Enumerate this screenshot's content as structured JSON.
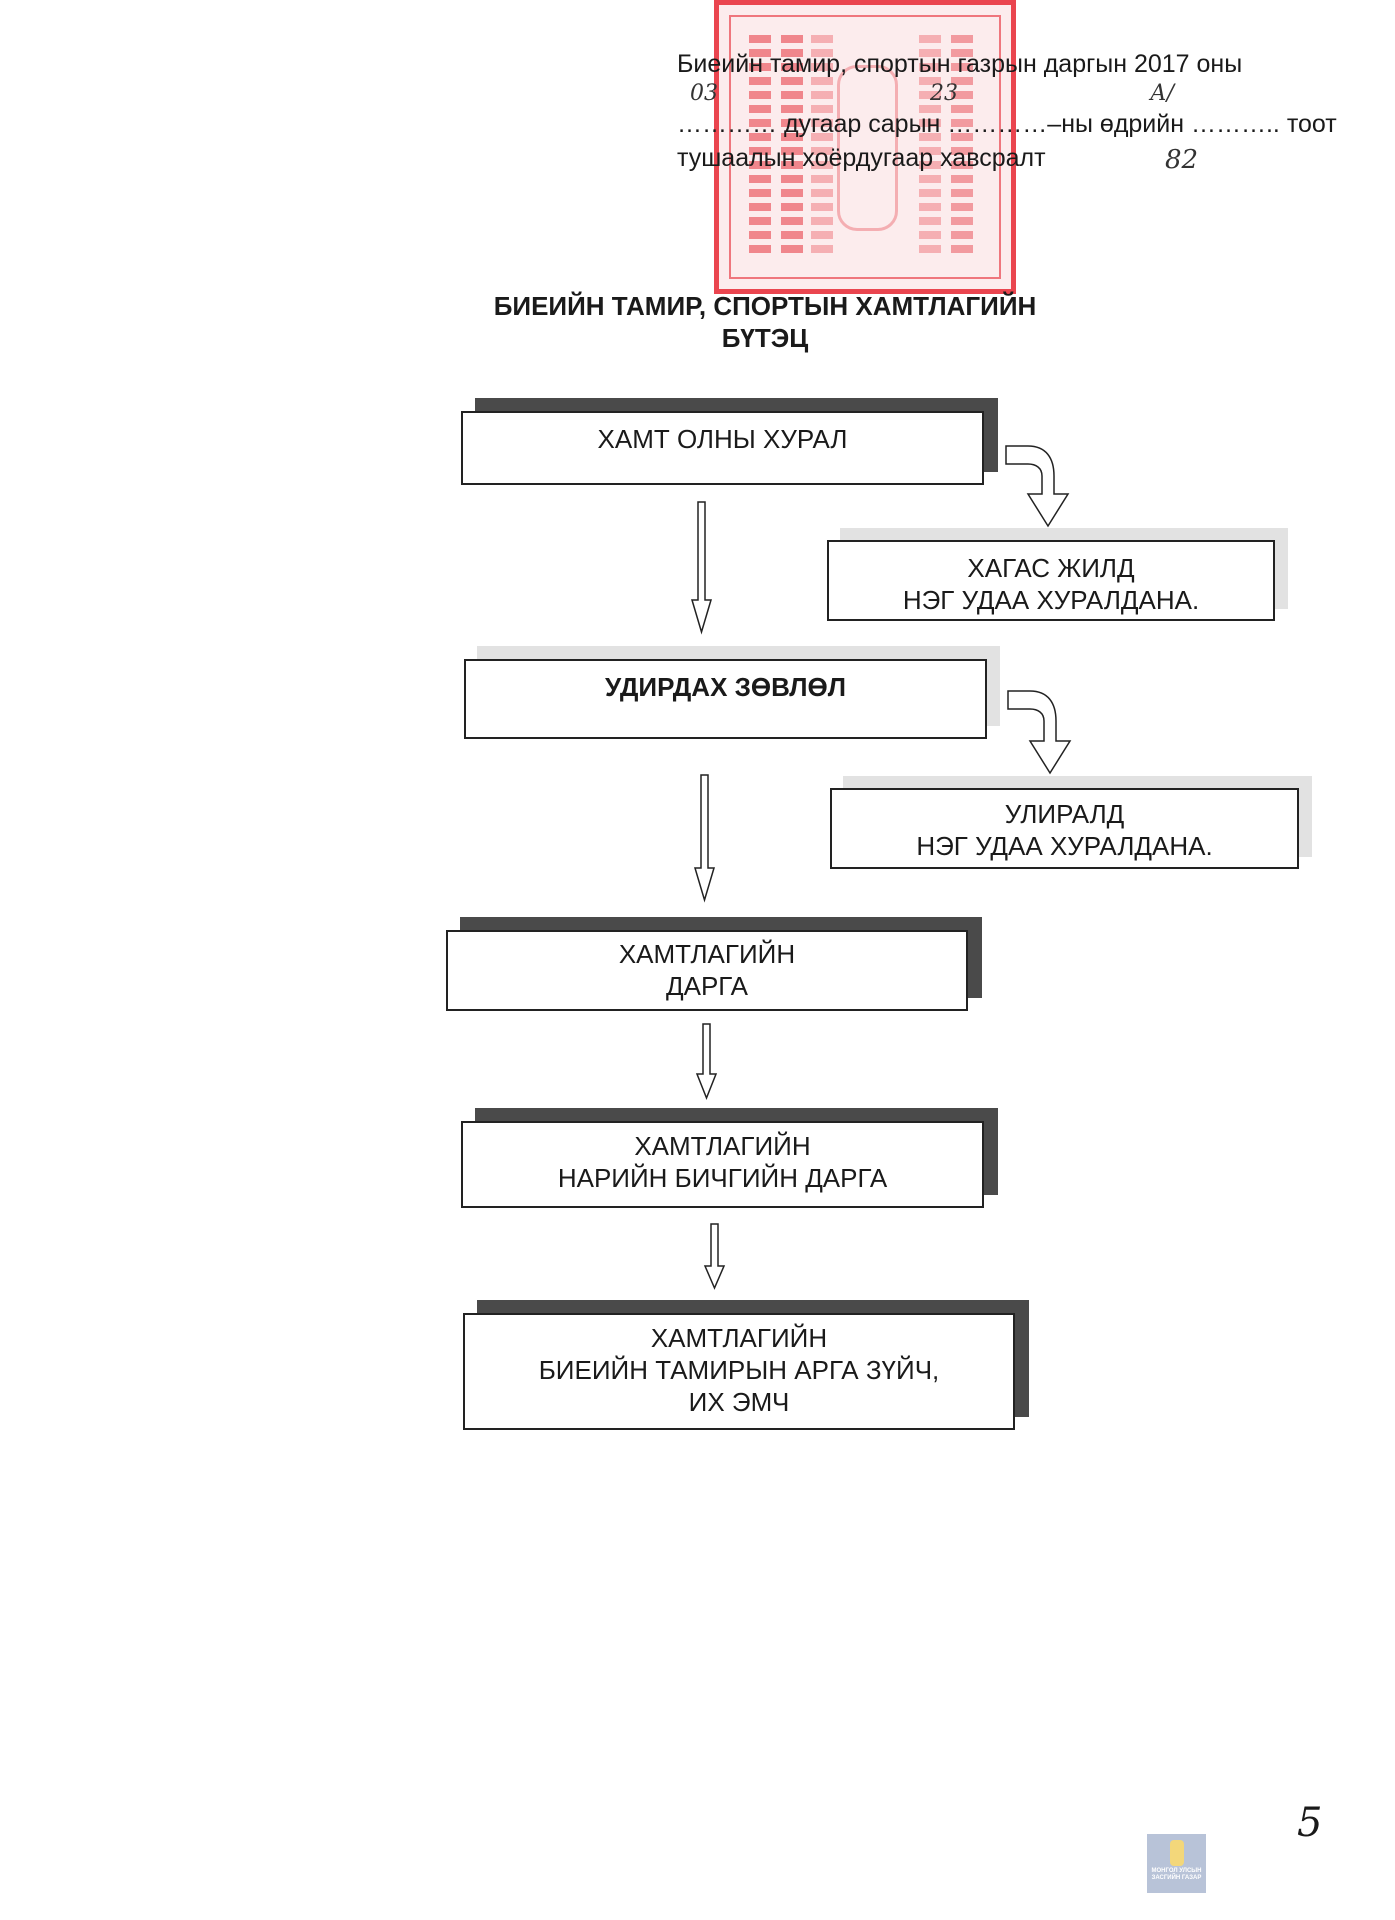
{
  "header": {
    "line1": "Биеийн тамир, спортын газрын даргын 2017 оны",
    "line2": "………… дугаар сарын …………–ны өдрийн ……….. тоот",
    "line3": "тушаалын хоёрдугаар хавсралт",
    "handwritten": {
      "month": "03",
      "day": "23",
      "order_prefix": "А/",
      "order_number": "82"
    }
  },
  "title": {
    "line1": "БИЕИЙН ТАМИР, СПОРТЫН ХАМТЛАГИЙН",
    "line2": "БҮТЭЦ"
  },
  "chart": {
    "general_meeting": "ХАМТ ОЛНЫ ХУРАЛ",
    "general_meeting_freq": {
      "line1": "ХАГАС ЖИЛД",
      "line2": "НЭГ УДАА ХУРАЛДАНА."
    },
    "board": "УДИРДАХ ЗӨВЛӨЛ",
    "board_freq": {
      "line1": "УЛИРАЛД",
      "line2": "НЭГ УДАА ХУРАЛДАНА."
    },
    "head": {
      "line1": "ХАМТЛАГИЙН",
      "line2": "ДАРГА"
    },
    "secretary": {
      "line1": "ХАМТЛАГИЙН",
      "line2": "НАРИЙН БИЧГИЙН ДАРГА"
    },
    "coach": {
      "line1": "ХАМТЛАГИЙН",
      "line2": "БИЕИЙН ТАМИРЫН АРГА ЗҮЙЧ,",
      "line3": "ИХ ЭМЧ"
    }
  },
  "footer": {
    "page_number": "5",
    "logo_text_line1": "МОНГОЛ УЛСЫН",
    "logo_text_line2": "ЗАСГИЙН ГАЗАР"
  },
  "colors": {
    "stamp": "#e62832",
    "logo_bg": "#b8c3d8",
    "shadow_dark": "#4a4a4a",
    "shadow_light": "#e2e2e2"
  }
}
